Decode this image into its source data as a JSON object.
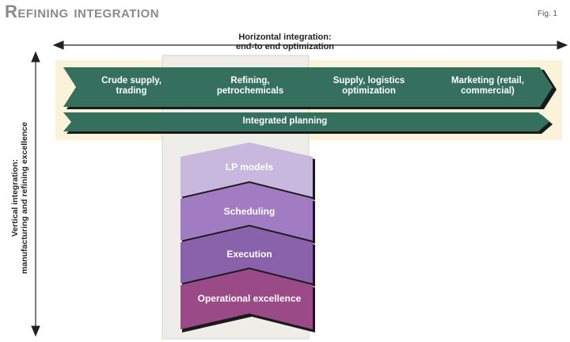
{
  "title": "Refining integration",
  "figure_label": "Fig. 1",
  "horizontal_axis": {
    "line1": "Horizontal integration:",
    "line2": "end-to end optimization"
  },
  "vertical_axis": {
    "line1": "Vertical integration:",
    "line2": "manufacturing and refining excellence"
  },
  "horizontal_chevrons": [
    {
      "line1": "Crude supply,",
      "line2": "trading"
    },
    {
      "line1": "Refining,",
      "line2": "petrochemicals"
    },
    {
      "line1": "Supply, logistics",
      "line2": "optimization"
    },
    {
      "line1": "Marketing (retail,",
      "line2": "commercial)"
    }
  ],
  "integrated_planning": "Integrated planning",
  "vertical_chevrons": [
    {
      "label": "LP models",
      "color": "#c9b8dd"
    },
    {
      "label": "Scheduling",
      "color": "#a27cc3"
    },
    {
      "label": "Execution",
      "color": "#8a62ac"
    },
    {
      "label": "Operational excellence",
      "color": "#9a4a86"
    }
  ],
  "colors": {
    "band": "#faf3d9",
    "chevron": "#35705e",
    "shadow": "#1a1a1a",
    "column": "#eeede7"
  }
}
